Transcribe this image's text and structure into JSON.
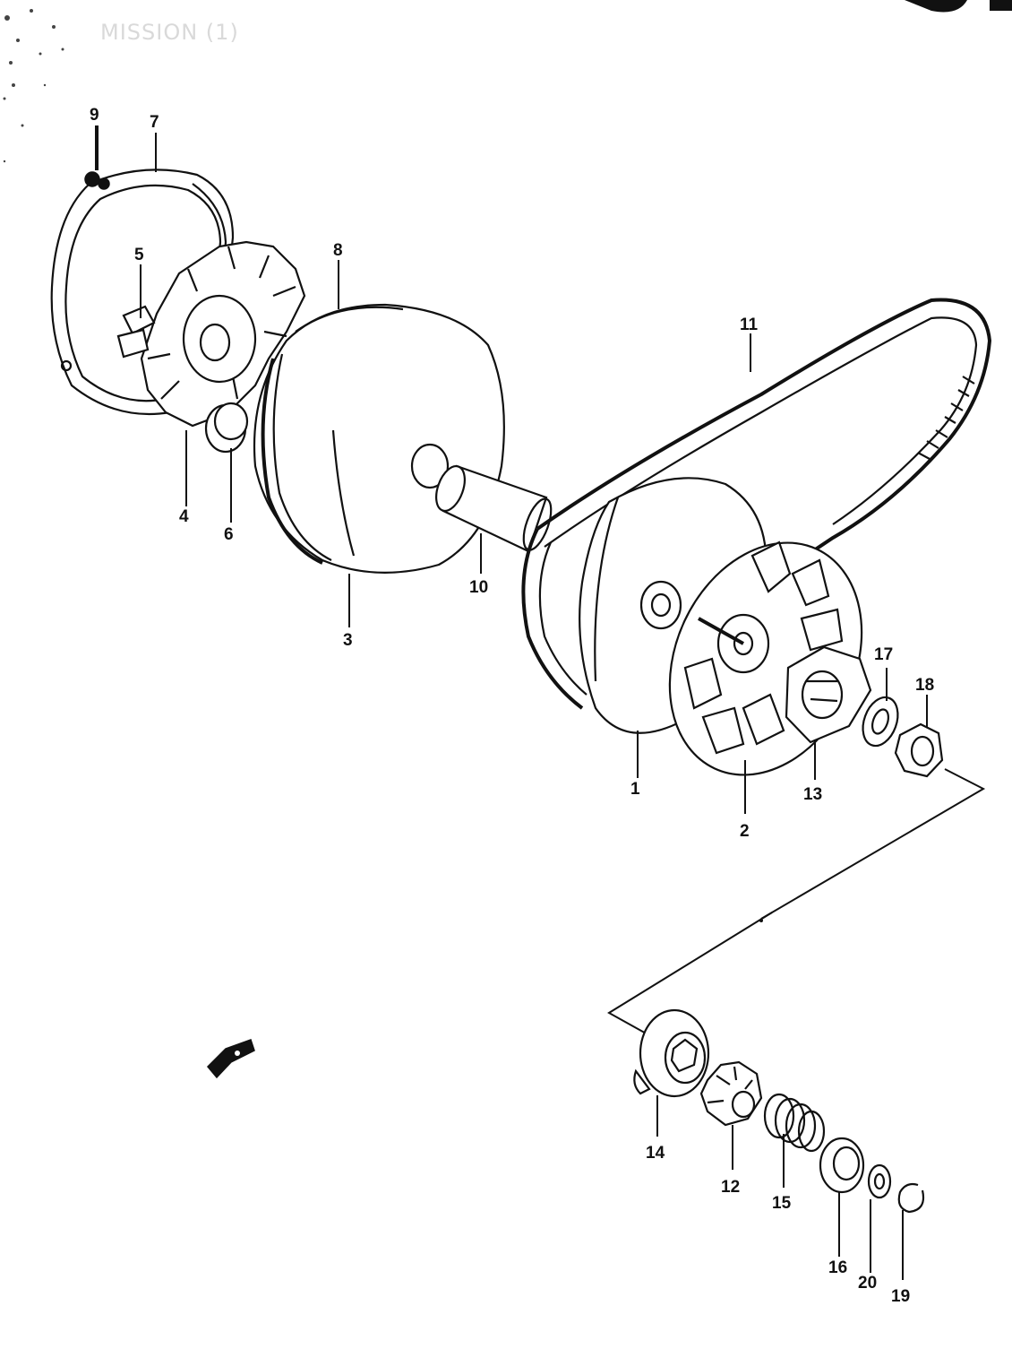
{
  "diagram": {
    "title": "MISSION (1)",
    "parts": [
      {
        "id": "p1",
        "number": "1"
      },
      {
        "id": "p2",
        "number": "2"
      },
      {
        "id": "p3",
        "number": "3"
      },
      {
        "id": "p4",
        "number": "4"
      },
      {
        "id": "p5",
        "number": "5"
      },
      {
        "id": "p6",
        "number": "6"
      },
      {
        "id": "p7",
        "number": "7"
      },
      {
        "id": "p8",
        "number": "8"
      },
      {
        "id": "p9",
        "number": "9"
      },
      {
        "id": "p10",
        "number": "10"
      },
      {
        "id": "p11",
        "number": "11"
      },
      {
        "id": "p12",
        "number": "12"
      },
      {
        "id": "p13",
        "number": "13"
      },
      {
        "id": "p14",
        "number": "14"
      },
      {
        "id": "p15",
        "number": "15"
      },
      {
        "id": "p16",
        "number": "16"
      },
      {
        "id": "p17",
        "number": "17"
      },
      {
        "id": "p18",
        "number": "18"
      },
      {
        "id": "p19",
        "number": "19"
      },
      {
        "id": "p20",
        "number": "20"
      }
    ],
    "colors": {
      "ink": "#111111",
      "paper": "#ffffff",
      "faded_title": "#d9d9d9"
    },
    "icons": [
      "front-direction-arrow-icon"
    ]
  }
}
